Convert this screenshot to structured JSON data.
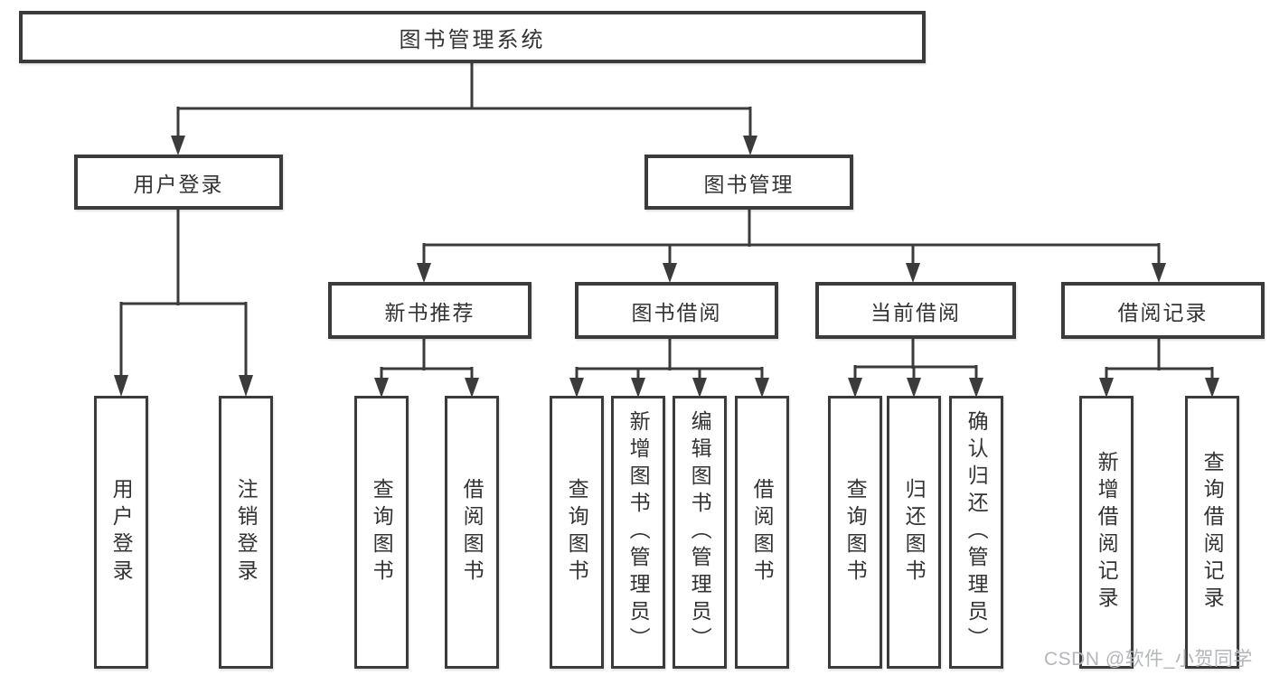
{
  "root": {
    "label": "图书管理系统"
  },
  "user_branch": {
    "label": "用户登录",
    "children": [
      {
        "label": "用户登录"
      },
      {
        "label": "注销登录"
      }
    ]
  },
  "book_branch": {
    "label": "图书管理",
    "groups": [
      {
        "label": "新书推荐",
        "children": [
          {
            "label": "查询图书"
          },
          {
            "label": "借阅图书"
          }
        ]
      },
      {
        "label": "图书借阅",
        "children": [
          {
            "label": "查询图书"
          },
          {
            "label": "新增图书（管理员）"
          },
          {
            "label": "编辑图书（管理员）"
          },
          {
            "label": "借阅图书"
          }
        ]
      },
      {
        "label": "当前借阅",
        "children": [
          {
            "label": "查询图书"
          },
          {
            "label": "归还图书"
          },
          {
            "label": "确认归还（管理员）"
          }
        ]
      },
      {
        "label": "借阅记录",
        "children": [
          {
            "label": "新增借阅记录"
          },
          {
            "label": "查询借阅记录"
          }
        ]
      }
    ]
  },
  "watermark": {
    "text": "CSDN @软件_小贺同学"
  },
  "colors": {
    "line": "#3b3b3b",
    "text": "#333333",
    "watermark": "#b4b6ba",
    "background": "#ffffff"
  }
}
